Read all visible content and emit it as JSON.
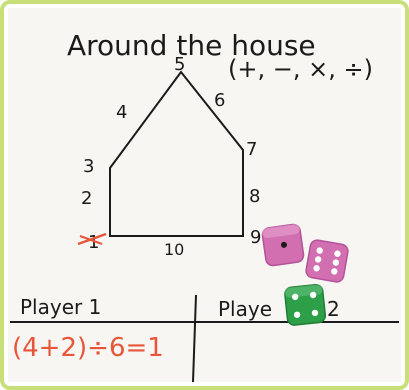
{
  "board": {
    "title": "Around the house",
    "operations": "(+, −, ×, ÷)",
    "house_numbers": {
      "n1": "1",
      "n2": "2",
      "n3": "3",
      "n4": "4",
      "n5": "5",
      "n6": "6",
      "n7": "7",
      "n8": "8",
      "n9": "9",
      "n10": "10"
    }
  },
  "players": {
    "player1": "Player 1",
    "player2_left": "Playe",
    "player2_right": "2",
    "player1_work": "(4+2)÷6=1"
  },
  "dice": [
    {
      "name": "pink-die-1",
      "color": "#d26fb0",
      "value": 1
    },
    {
      "name": "pink-die-2",
      "color": "#d26fb0",
      "value": 6
    },
    {
      "name": "green-die",
      "color": "#2e9f49",
      "value": 4
    }
  ],
  "colors": {
    "frame": "#c8e07a",
    "ink": "#1b1b1b",
    "marker_orange": "#e8563a"
  }
}
